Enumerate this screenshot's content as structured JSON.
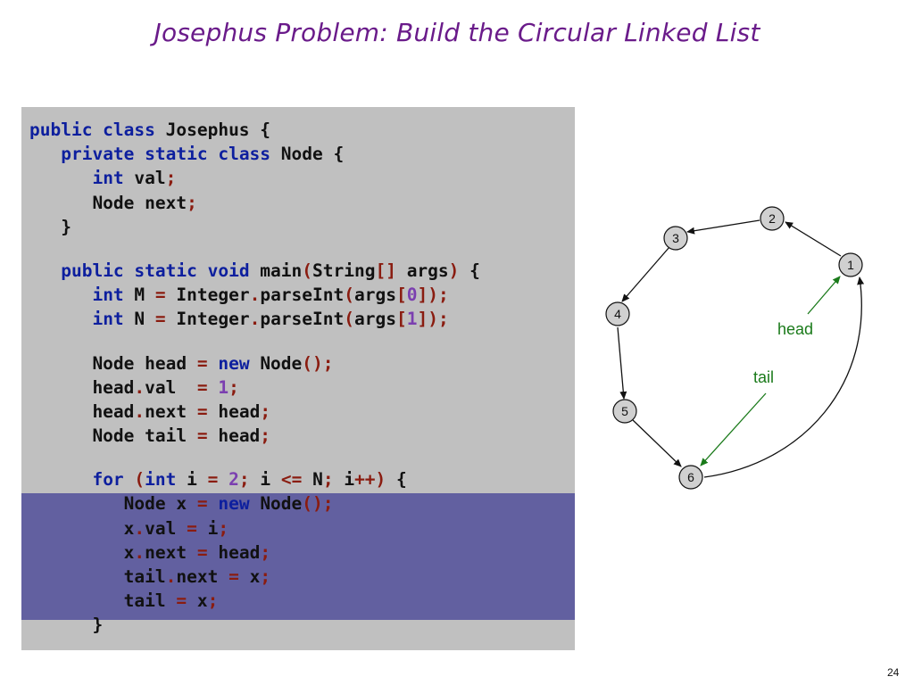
{
  "title": "Josephus Problem:  Build the Circular Linked List",
  "code_lines": [
    [
      {
        "t": "public class ",
        "c": "kw"
      },
      {
        "t": "Josephus {"
      }
    ],
    [
      {
        "t": "   "
      },
      {
        "t": "private static class ",
        "c": "kw"
      },
      {
        "t": "Node {"
      }
    ],
    [
      {
        "t": "      "
      },
      {
        "t": "int ",
        "c": "kw"
      },
      {
        "t": "val"
      },
      {
        "t": ";",
        "c": "sym"
      }
    ],
    [
      {
        "t": "      Node next"
      },
      {
        "t": ";",
        "c": "sym"
      }
    ],
    [
      {
        "t": "   }"
      }
    ],
    [],
    [
      {
        "t": "   "
      },
      {
        "t": "public static void ",
        "c": "kw"
      },
      {
        "t": "main"
      },
      {
        "t": "(",
        "c": "sym"
      },
      {
        "t": "String"
      },
      {
        "t": "[]",
        "c": "sym"
      },
      {
        "t": " args"
      },
      {
        "t": ")",
        "c": "sym"
      },
      {
        "t": " {"
      }
    ],
    [
      {
        "t": "      "
      },
      {
        "t": "int ",
        "c": "kw"
      },
      {
        "t": "M "
      },
      {
        "t": "=",
        "c": "sym"
      },
      {
        "t": " Integer"
      },
      {
        "t": ".",
        "c": "sym"
      },
      {
        "t": "parseInt"
      },
      {
        "t": "(",
        "c": "sym"
      },
      {
        "t": "args"
      },
      {
        "t": "[",
        "c": "sym"
      },
      {
        "t": "0",
        "c": "num"
      },
      {
        "t": "]);",
        "c": "sym"
      }
    ],
    [
      {
        "t": "      "
      },
      {
        "t": "int ",
        "c": "kw"
      },
      {
        "t": "N "
      },
      {
        "t": "=",
        "c": "sym"
      },
      {
        "t": " Integer"
      },
      {
        "t": ".",
        "c": "sym"
      },
      {
        "t": "parseInt"
      },
      {
        "t": "(",
        "c": "sym"
      },
      {
        "t": "args"
      },
      {
        "t": "[",
        "c": "sym"
      },
      {
        "t": "1",
        "c": "num"
      },
      {
        "t": "]);",
        "c": "sym"
      }
    ],
    [],
    [
      {
        "t": "      Node head "
      },
      {
        "t": "=",
        "c": "sym"
      },
      {
        "t": " "
      },
      {
        "t": "new ",
        "c": "kw"
      },
      {
        "t": "Node"
      },
      {
        "t": "();",
        "c": "sym"
      }
    ],
    [
      {
        "t": "      head"
      },
      {
        "t": ".",
        "c": "sym"
      },
      {
        "t": "val  "
      },
      {
        "t": "=",
        "c": "sym"
      },
      {
        "t": " "
      },
      {
        "t": "1",
        "c": "num"
      },
      {
        "t": ";",
        "c": "sym"
      }
    ],
    [
      {
        "t": "      head"
      },
      {
        "t": ".",
        "c": "sym"
      },
      {
        "t": "next "
      },
      {
        "t": "=",
        "c": "sym"
      },
      {
        "t": " head"
      },
      {
        "t": ";",
        "c": "sym"
      }
    ],
    [
      {
        "t": "      Node tail "
      },
      {
        "t": "=",
        "c": "sym"
      },
      {
        "t": " head"
      },
      {
        "t": ";",
        "c": "sym"
      }
    ],
    [],
    [
      {
        "t": "      "
      },
      {
        "t": "for ",
        "c": "kw"
      },
      {
        "t": "(",
        "c": "sym"
      },
      {
        "t": "int ",
        "c": "kw"
      },
      {
        "t": "i "
      },
      {
        "t": "=",
        "c": "sym"
      },
      {
        "t": " "
      },
      {
        "t": "2",
        "c": "num"
      },
      {
        "t": ";",
        "c": "sym"
      },
      {
        "t": " i "
      },
      {
        "t": "<=",
        "c": "sym"
      },
      {
        "t": " N"
      },
      {
        "t": ";",
        "c": "sym"
      },
      {
        "t": " i"
      },
      {
        "t": "++)",
        "c": "sym"
      },
      {
        "t": " {"
      }
    ],
    [
      {
        "t": "         Node x "
      },
      {
        "t": "=",
        "c": "sym"
      },
      {
        "t": " "
      },
      {
        "t": "new ",
        "c": "kw"
      },
      {
        "t": "Node"
      },
      {
        "t": "();",
        "c": "sym"
      }
    ],
    [
      {
        "t": "         x"
      },
      {
        "t": ".",
        "c": "sym"
      },
      {
        "t": "val "
      },
      {
        "t": "=",
        "c": "sym"
      },
      {
        "t": " i"
      },
      {
        "t": ";",
        "c": "sym"
      }
    ],
    [
      {
        "t": "         x"
      },
      {
        "t": ".",
        "c": "sym"
      },
      {
        "t": "next "
      },
      {
        "t": "=",
        "c": "sym"
      },
      {
        "t": " head"
      },
      {
        "t": ";",
        "c": "sym"
      }
    ],
    [
      {
        "t": "         tail"
      },
      {
        "t": ".",
        "c": "sym"
      },
      {
        "t": "next "
      },
      {
        "t": "=",
        "c": "sym"
      },
      {
        "t": " x"
      },
      {
        "t": ";",
        "c": "sym"
      }
    ],
    [
      {
        "t": "         tail "
      },
      {
        "t": "=",
        "c": "sym"
      },
      {
        "t": " x"
      },
      {
        "t": ";",
        "c": "sym"
      }
    ],
    [
      {
        "t": "      }"
      }
    ]
  ],
  "diagram": {
    "nodes": [
      "1",
      "2",
      "3",
      "4",
      "5",
      "6"
    ],
    "head_label": "head",
    "tail_label": "tail",
    "node_fill": "#d0d0d0",
    "pointer_color": "#1a7a1a"
  },
  "page_number": "24",
  "colors": {
    "title": "#6a1b8a",
    "code_background": "#c0c0c0",
    "highlight": "#6260a0",
    "keyword": "#0d1f9e",
    "symbol": "#8a1c10",
    "number": "#7b3fb0"
  }
}
